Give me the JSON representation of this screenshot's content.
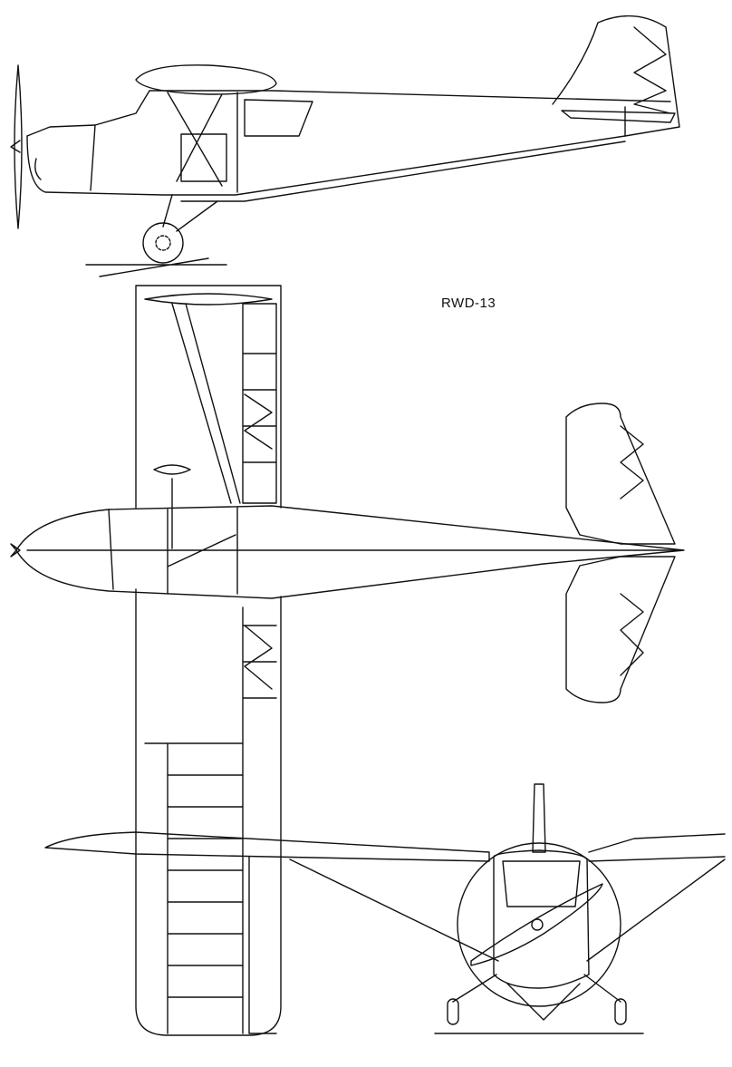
{
  "drawing": {
    "title": "RWD-13",
    "views": [
      "side-view",
      "top-view",
      "front-view"
    ],
    "line_color": "#111111",
    "background": "#ffffff"
  }
}
